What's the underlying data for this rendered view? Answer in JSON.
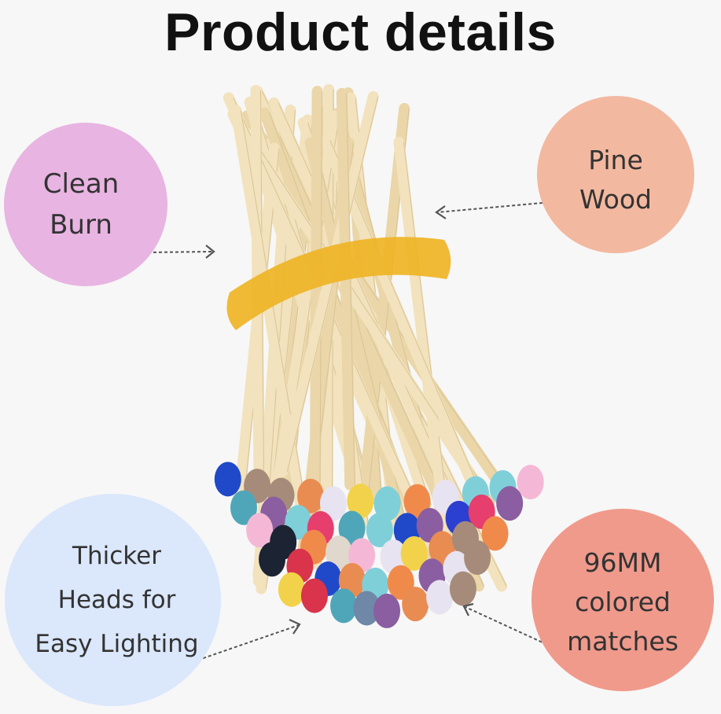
{
  "header": {
    "title": "Product details"
  },
  "features": [
    {
      "lines": [
        "Clean",
        "Burn"
      ],
      "color": "#e8b4e2"
    },
    {
      "lines": [
        "Pine",
        "Wood"
      ],
      "color": "#f3b8a0"
    },
    {
      "lines": [
        "Thicker",
        "Heads for",
        "Easy Lighting"
      ],
      "color": "#dbe7fb"
    },
    {
      "lines": [
        "96MM",
        "colored",
        "matches"
      ],
      "color": "#f09a8c"
    }
  ],
  "product": {
    "image": "bundle of colored-tip wooden matches held by a yellow rubber band"
  },
  "colors": {
    "background": "#f7f7f7",
    "wood": "#f2e2bd",
    "band": "#efb425",
    "arrow": "#555555"
  }
}
